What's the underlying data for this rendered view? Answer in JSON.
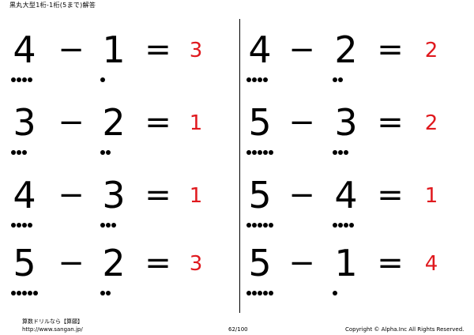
{
  "header": {
    "title": "黒丸大型1桁-1桁(5まで)解答"
  },
  "colors": {
    "answer": "#e0191e",
    "text": "#000000"
  },
  "problems": [
    {
      "a": "4",
      "a_dots": 4,
      "op": "−",
      "b": "1",
      "b_dots": 1,
      "eq": "=",
      "answer": "3"
    },
    {
      "a": "3",
      "a_dots": 3,
      "op": "−",
      "b": "2",
      "b_dots": 2,
      "eq": "=",
      "answer": "1"
    },
    {
      "a": "4",
      "a_dots": 4,
      "op": "−",
      "b": "3",
      "b_dots": 3,
      "eq": "=",
      "answer": "1"
    },
    {
      "a": "5",
      "a_dots": 5,
      "op": "−",
      "b": "2",
      "b_dots": 2,
      "eq": "=",
      "answer": "3"
    },
    {
      "a": "4",
      "a_dots": 4,
      "op": "−",
      "b": "2",
      "b_dots": 2,
      "eq": "=",
      "answer": "2"
    },
    {
      "a": "5",
      "a_dots": 5,
      "op": "−",
      "b": "3",
      "b_dots": 3,
      "eq": "=",
      "answer": "2"
    },
    {
      "a": "5",
      "a_dots": 5,
      "op": "−",
      "b": "4",
      "b_dots": 4,
      "eq": "=",
      "answer": "1"
    },
    {
      "a": "5",
      "a_dots": 5,
      "op": "−",
      "b": "1",
      "b_dots": 1,
      "eq": "=",
      "answer": "4"
    }
  ],
  "footer": {
    "brand": "算数ドリルなら【算願】",
    "url": "http://www.sangan.jp/",
    "page": "62/100",
    "copyright": "Copyright © Alpha.Inc All Rights Reserved."
  }
}
